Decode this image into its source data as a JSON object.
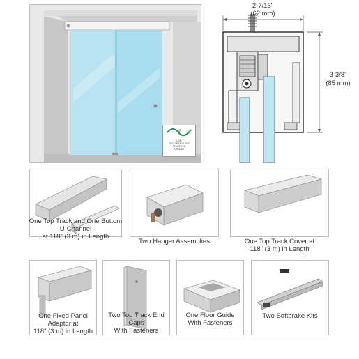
{
  "colors": {
    "glass": "#bfe6f2",
    "glass_dark": "#8fd0e6",
    "wall": "#d8d8d8",
    "metal": "#c9c9c9",
    "border": "#bfbfbf"
  },
  "hero": {
    "label_lines": [
      "LIVE",
      "SECURITY GLASS",
      "TEMPERED",
      "CH-4260"
    ]
  },
  "drawing": {
    "width_imperial": "2-7/16\"",
    "width_metric": "(62 mm)",
    "height_imperial": "3-3/8\"",
    "height_metric": "(85 mm)"
  },
  "components": [
    {
      "id": "top-track-bottom-channel",
      "caption": [
        "One Top Track and One Bottom",
        "U-Channel",
        "at 118\" (3 m) in Length"
      ]
    },
    {
      "id": "hanger-assemblies",
      "caption": [
        "Two Hanger Assemblies"
      ]
    },
    {
      "id": "top-track-cover",
      "caption": [
        "One Top Track Cover at",
        "118\" (3 m) in Length"
      ]
    },
    {
      "id": "fixed-panel-adaptor",
      "caption": [
        "One Fixed Panel",
        "Adaptor at",
        "118\" (3 m) in Length"
      ]
    },
    {
      "id": "end-caps",
      "caption": [
        "Two Top Track End Caps",
        "With Fasteners"
      ]
    },
    {
      "id": "floor-guide",
      "caption": [
        "One Floor Guide",
        "With Fasteners"
      ]
    },
    {
      "id": "softbrake-kits",
      "caption": [
        "Two Softbrake Kits"
      ]
    }
  ]
}
